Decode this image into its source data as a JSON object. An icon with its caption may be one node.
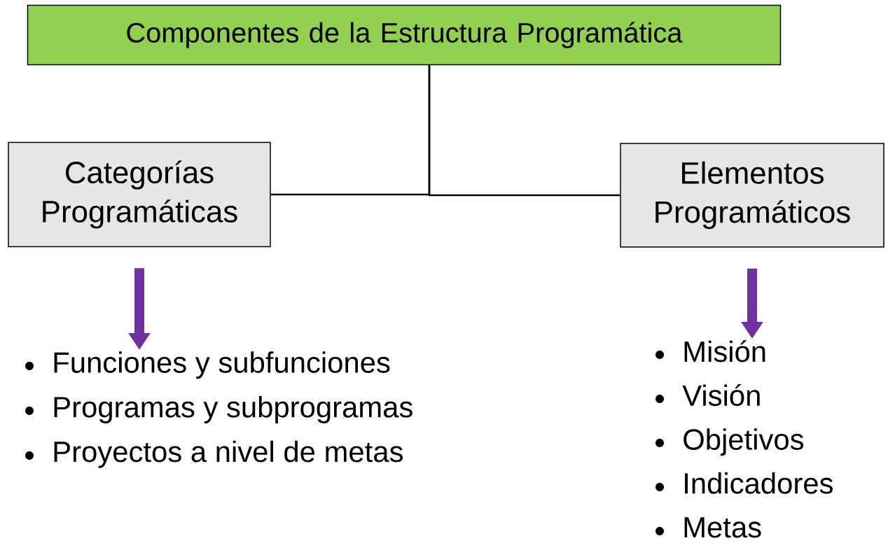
{
  "diagram": {
    "nodes": [
      {
        "text": [
          "Componentes de la Estructura Programática"
        ]
      },
      {
        "text": [
          "Categorías Programáticas"
        ]
      },
      {
        "text": [
          "Elementos Programáticos"
        ]
      },
      {
        "text": [
          "Funciones y subfunciones",
          "Programas y subprogramas",
          "Proyectos a nivel de metas"
        ]
      },
      {
        "text": [
          "Misión",
          "Visión",
          "Objetivos",
          "Indicadores",
          "Metas"
        ]
      }
    ],
    "edges": [
      {
        "from": 0,
        "to": 1,
        "arrow": "none"
      },
      {
        "from": 0,
        "to": 2,
        "arrow": "none"
      },
      {
        "from": 1,
        "to": 3,
        "arrow": "to",
        "style": "thick",
        "color": "#7030a0"
      },
      {
        "from": 2,
        "to": 4,
        "arrow": "to",
        "style": "thick",
        "color": "#7030a0"
      }
    ]
  }
}
